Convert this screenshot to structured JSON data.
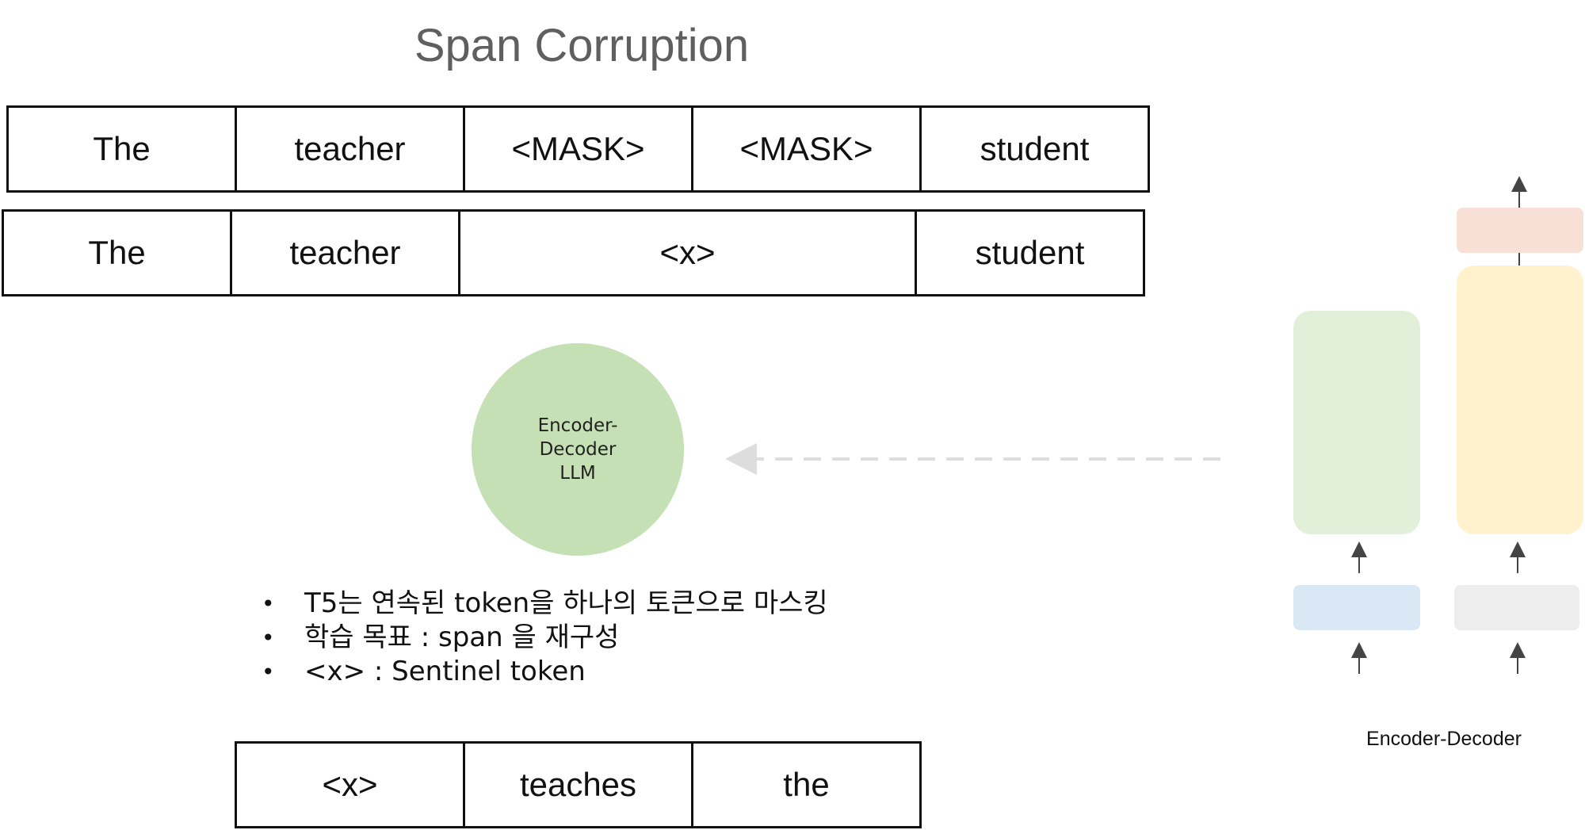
{
  "title": "Span Corruption",
  "input_tokens": [
    "The",
    "teacher",
    "<MASK>",
    "<MASK>",
    "student"
  ],
  "corrupted_tokens": [
    "The",
    "teacher",
    "<x>",
    "student"
  ],
  "target_tokens": [
    "<x>",
    "teaches",
    "the"
  ],
  "llm_label": [
    "Encoder-",
    "Decoder",
    "LLM"
  ],
  "bullets": [
    "T5는 연속된 token을 하나의 토큰으로 마스킹",
    "학습 목표 : span 을 재구성",
    "<x> : Sentinel token"
  ],
  "architecture_label": "Encoder-Decoder",
  "colors": {
    "title": "#5f5f5f",
    "llm_circle": "#c5e0b4",
    "encoder_block": "#e2efd9",
    "encoder_input": "#dae8f5",
    "decoder_block": "#fff2cc",
    "decoder_input": "#ededed",
    "decoder_output": "#f8e0d6",
    "dashed_arrow": "#dddddd",
    "arrow": "#444444"
  }
}
